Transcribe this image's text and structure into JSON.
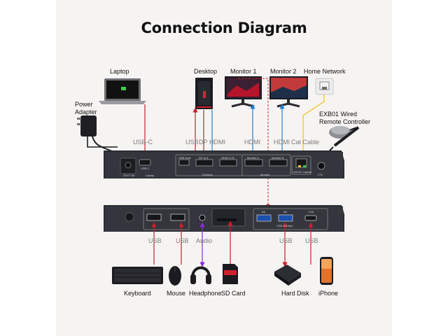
{
  "title": "Connection Diagram",
  "top_devices": {
    "laptop": "Laptop",
    "desktop": "Desktop",
    "monitor1": "Monitor 1",
    "monitor2": "Monitor 2",
    "home_network": "Home Network",
    "power_adapter": "Power\nAdapter",
    "remote_controller": "EXB01 Wired\nRemote Controller"
  },
  "top_ports": {
    "usbc": "USB-C",
    "usb": "USB",
    "dp": "DP",
    "hdmi_desktop": "HDMI",
    "hdmi1": "HDMI",
    "hdmi2": "HDMI",
    "cat": "Cat Cable"
  },
  "dock_back_labels": {
    "dc": "20V/7.5A",
    "usbc": "USB-C",
    "laptop": "Laptop",
    "usb_host": "USB Host",
    "dp_in": "DP In A",
    "hdmi_in": "HDMI In B",
    "desktop": "Desktop",
    "monitor_a": "Monitor A",
    "monitor_b": "Monitor B",
    "monitor": "Monitor",
    "lan": "LAN for Laptop",
    "ctl": "CTL"
  },
  "dock_front_labels": {
    "usb_a1": "5A",
    "usb_a2": "5A",
    "usbc": "1.5A",
    "usb_speed": "USB 10Gbps"
  },
  "bottom_ports": {
    "usb1": "USB",
    "usb2": "USB",
    "audio": "Audio",
    "usb3": "USB",
    "usb4": "USB"
  },
  "bottom_devices": {
    "keyboard": "Keyboard",
    "mouse": "Mouse",
    "headphone": "Headphone",
    "sdcard": "SD Card",
    "harddisk": "Hard Disk",
    "iphone": "iPhone"
  },
  "colors": {
    "red": "#c8202a",
    "brown": "#7a4a2a",
    "blue": "#1e7fd0",
    "yellow": "#f0c018",
    "purple": "#8a2bd6",
    "dock": "#2a2d33"
  }
}
